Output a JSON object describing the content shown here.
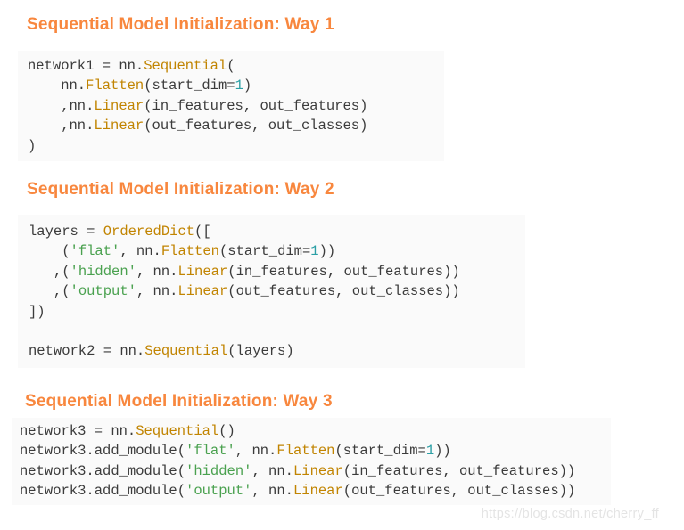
{
  "colors": {
    "heading": "#f8873e",
    "code_plain": "#3b3b3b",
    "code_function": "#c18401",
    "code_string": "#4aa14f",
    "code_number": "#2b9fa5",
    "code_background": "#fafafa",
    "watermark": "#e4e4e4",
    "page_background": "#ffffff"
  },
  "sections": [
    {
      "heading": "Sequential Model Initialization: Way 1",
      "code_lines": [
        [
          [
            "network1 = nn.",
            "plain"
          ],
          [
            "Sequential",
            "func"
          ],
          [
            "(",
            "plain"
          ]
        ],
        [
          [
            "    nn.",
            "plain"
          ],
          [
            "Flatten",
            "func"
          ],
          [
            "(start_dim=",
            "plain"
          ],
          [
            "1",
            "num"
          ],
          [
            ")",
            "plain"
          ]
        ],
        [
          [
            "    ,nn.",
            "plain"
          ],
          [
            "Linear",
            "func"
          ],
          [
            "(in_features, out_features)",
            "plain"
          ]
        ],
        [
          [
            "    ,nn.",
            "plain"
          ],
          [
            "Linear",
            "func"
          ],
          [
            "(out_features, out_classes)",
            "plain"
          ]
        ],
        [
          [
            ")",
            "plain"
          ]
        ]
      ]
    },
    {
      "heading": "Sequential Model Initialization: Way 2",
      "code_lines": [
        [
          [
            "layers = ",
            "plain"
          ],
          [
            "OrderedDict",
            "func"
          ],
          [
            "([",
            "plain"
          ]
        ],
        [
          [
            "    (",
            "plain"
          ],
          [
            "'flat'",
            "str"
          ],
          [
            ", nn.",
            "plain"
          ],
          [
            "Flatten",
            "func"
          ],
          [
            "(start_dim=",
            "plain"
          ],
          [
            "1",
            "num"
          ],
          [
            "))",
            "plain"
          ]
        ],
        [
          [
            "   ,(",
            "plain"
          ],
          [
            "'hidden'",
            "str"
          ],
          [
            ", nn.",
            "plain"
          ],
          [
            "Linear",
            "func"
          ],
          [
            "(in_features, out_features))",
            "plain"
          ]
        ],
        [
          [
            "   ,(",
            "plain"
          ],
          [
            "'output'",
            "str"
          ],
          [
            ", nn.",
            "plain"
          ],
          [
            "Linear",
            "func"
          ],
          [
            "(out_features, out_classes))",
            "plain"
          ]
        ],
        [
          [
            "])",
            "plain"
          ]
        ],
        [],
        [
          [
            "network2 = nn.",
            "plain"
          ],
          [
            "Sequential",
            "func"
          ],
          [
            "(layers)",
            "plain"
          ]
        ]
      ]
    },
    {
      "heading": "Sequential Model Initialization: Way 3",
      "code_lines": [
        [
          [
            "network3 = nn.",
            "plain"
          ],
          [
            "Sequential",
            "func"
          ],
          [
            "()",
            "plain"
          ]
        ],
        [
          [
            "network3.add_module(",
            "plain"
          ],
          [
            "'flat'",
            "str"
          ],
          [
            ", nn.",
            "plain"
          ],
          [
            "Flatten",
            "func"
          ],
          [
            "(start_dim=",
            "plain"
          ],
          [
            "1",
            "num"
          ],
          [
            "))",
            "plain"
          ]
        ],
        [
          [
            "network3.add_module(",
            "plain"
          ],
          [
            "'hidden'",
            "str"
          ],
          [
            ", nn.",
            "plain"
          ],
          [
            "Linear",
            "func"
          ],
          [
            "(in_features, out_features))",
            "plain"
          ]
        ],
        [
          [
            "network3.add_module(",
            "plain"
          ],
          [
            "'output'",
            "str"
          ],
          [
            ", nn.",
            "plain"
          ],
          [
            "Linear",
            "func"
          ],
          [
            "(out_features, out_classes))",
            "plain"
          ]
        ]
      ]
    }
  ],
  "watermark": {
    "text": "https://blog.csdn.net/cherry_ff"
  }
}
